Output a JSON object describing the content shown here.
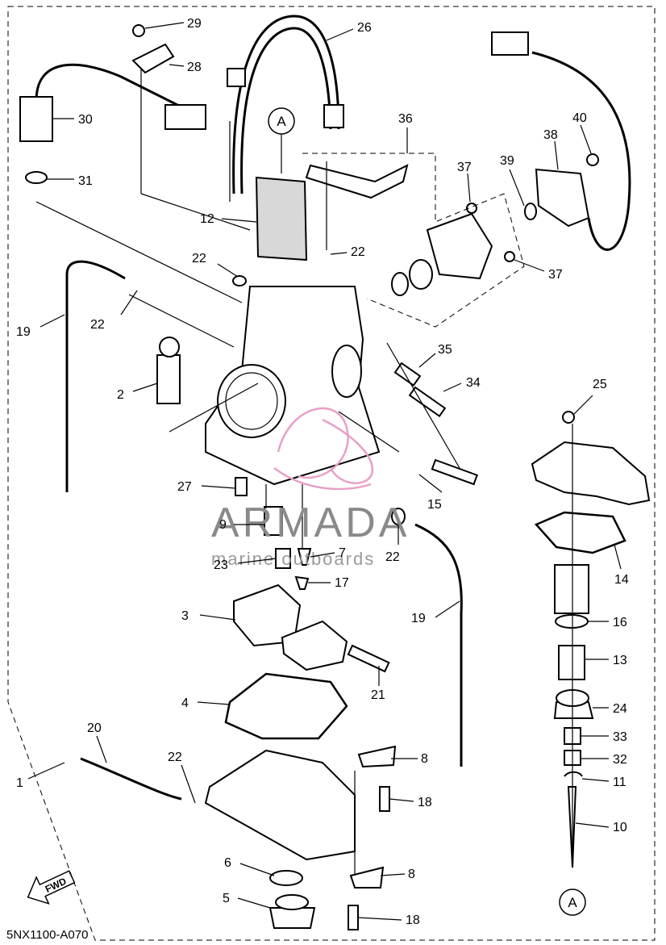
{
  "diagram_code": "5NX1100-A070",
  "reference_marker": "A",
  "fwd_label": "FWD",
  "watermark": {
    "brand": "ARMADA",
    "tagline": "marine outboards"
  },
  "callouts": [
    "1",
    "2",
    "3",
    "4",
    "5",
    "6",
    "7",
    "8",
    "8",
    "9",
    "10",
    "11",
    "12",
    "13",
    "14",
    "15",
    "16",
    "17",
    "18",
    "18",
    "19",
    "19",
    "20",
    "21",
    "22",
    "22",
    "22",
    "22",
    "22",
    "23",
    "24",
    "25",
    "26",
    "27",
    "28",
    "29",
    "30",
    "31",
    "32",
    "33",
    "34",
    "35",
    "36",
    "37",
    "37",
    "38",
    "39",
    "40"
  ],
  "colors": {
    "line": "#000000",
    "watermark_text": "#8a8a8a",
    "watermark_logo": "#e8a0c8"
  }
}
